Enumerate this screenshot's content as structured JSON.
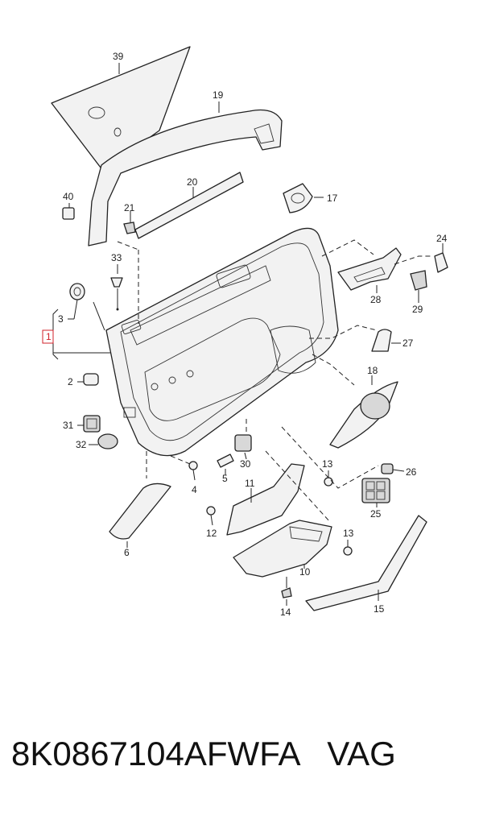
{
  "callouts": {
    "c1": "1",
    "c2": "2",
    "c3": "3",
    "c4": "4",
    "c5": "5",
    "c6": "6",
    "c10": "10",
    "c11": "11",
    "c12": "12",
    "c13a": "13",
    "c13b": "13",
    "c14": "14",
    "c15": "15",
    "c17": "17",
    "c18": "18",
    "c19": "19",
    "c20": "20",
    "c21": "21",
    "c24": "24",
    "c25": "25",
    "c26": "26",
    "c27": "27",
    "c28": "28",
    "c29": "29",
    "c30": "30",
    "c31": "31",
    "c32": "32",
    "c33": "33",
    "c39": "39",
    "c40": "40"
  },
  "footer": {
    "part_number": "8K0867104AFWFA",
    "brand": "VAG"
  },
  "colors": {
    "highlight_callout": "#d0202a",
    "line": "#222222"
  }
}
